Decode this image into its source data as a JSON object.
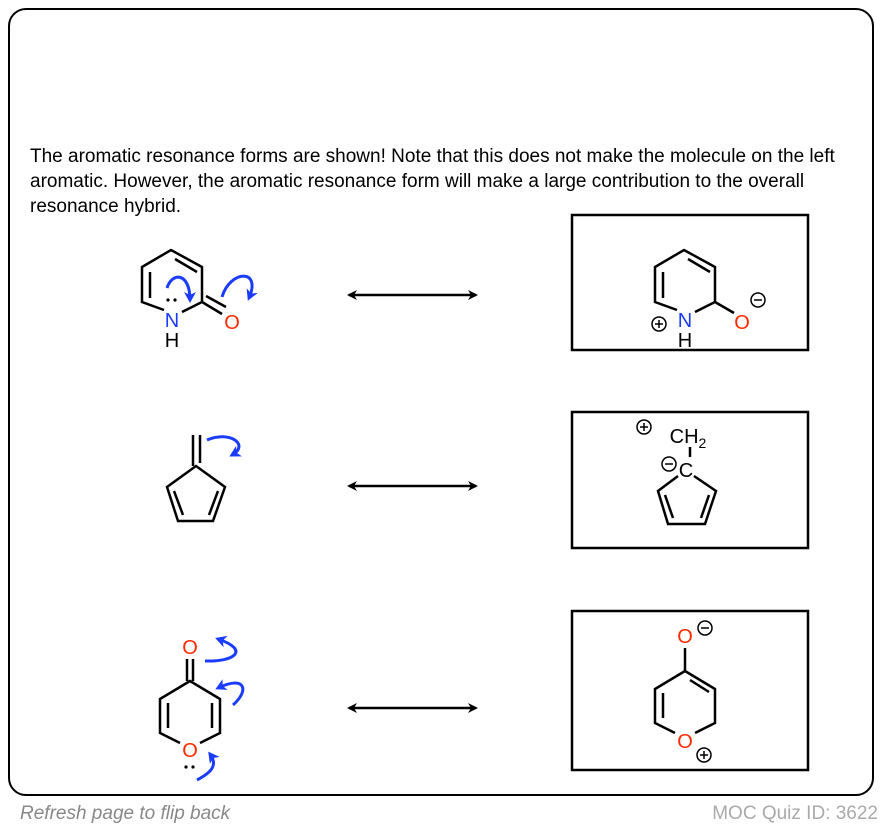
{
  "explanation": "The aromatic resonance forms are shown!  Note that this does not make the molecule on the left aromatic. However, the aromatic resonance form will make a large contribution to the overall resonance hybrid.",
  "atoms": {
    "N": "N",
    "H": "H",
    "O": "O",
    "C": "C",
    "CH": "CH",
    "sub2": "2",
    "plus": "+",
    "minus": "−"
  },
  "footer": {
    "refresh": "Refresh page to flip back",
    "quiz_id": "MOC Quiz ID: 3622"
  },
  "colors": {
    "oxygen": "#ff2a00",
    "nitrogen": "#1a3cff",
    "arrow": "#1a3cff"
  }
}
